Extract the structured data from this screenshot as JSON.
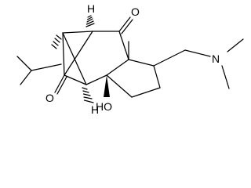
{
  "figure": {
    "type": "chemical-structure",
    "line_color": "#000000",
    "background": "#ffffff"
  },
  "atom_labels": {
    "ketone_oxygen_right": "O",
    "ketone_oxygen_left": "O",
    "amine_nitrogen": "N",
    "hydroxyl_group": "HO",
    "hydrogen_top": "H",
    "hydrogen_bottom": "H"
  }
}
